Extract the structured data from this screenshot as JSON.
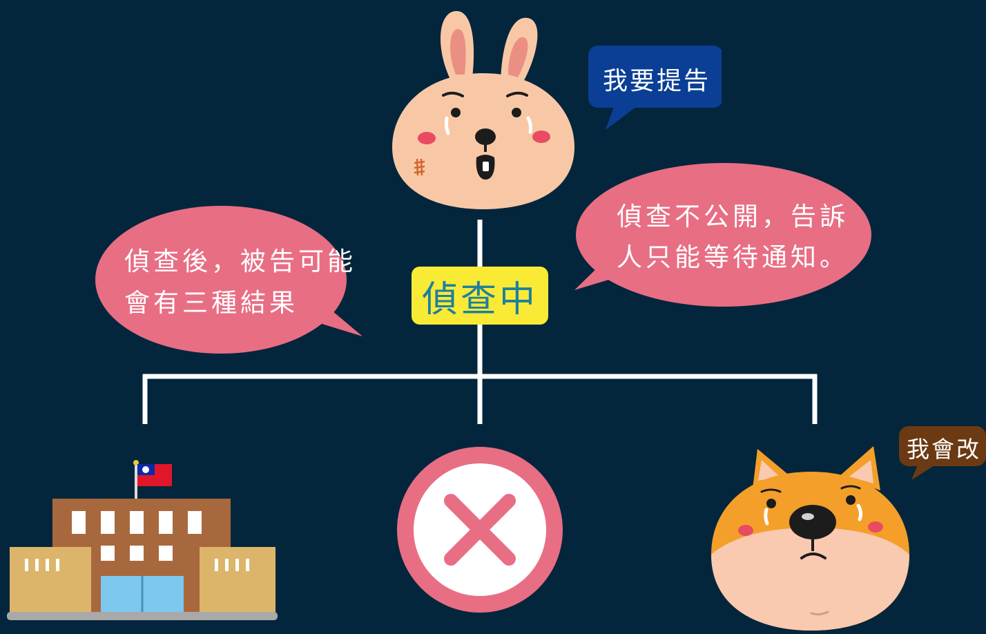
{
  "center_node": {
    "label": "偵查中"
  },
  "speech": {
    "rabbit": "我要提告",
    "left_line1": "偵查後，被告可能",
    "left_line2": "會有三種結果",
    "right_line1": "偵查不公開，告訴",
    "right_line2": "人只能等待通知。",
    "dog": "我會改"
  },
  "icons": {
    "top": "crying-rabbit-icon",
    "outcome_left": "government-building-icon",
    "outcome_middle": "x-mark-icon",
    "outcome_right": "crying-shiba-dog-icon"
  },
  "colors": {
    "background": "#04263c",
    "connector": "#ffffff",
    "center_label_bg": "#f8ea35",
    "center_label_text": "#1d7fa0",
    "pink_bubble": "#e86e84",
    "blue_bubble": "#0a3f95",
    "brown_bubble": "#6b3a12"
  }
}
